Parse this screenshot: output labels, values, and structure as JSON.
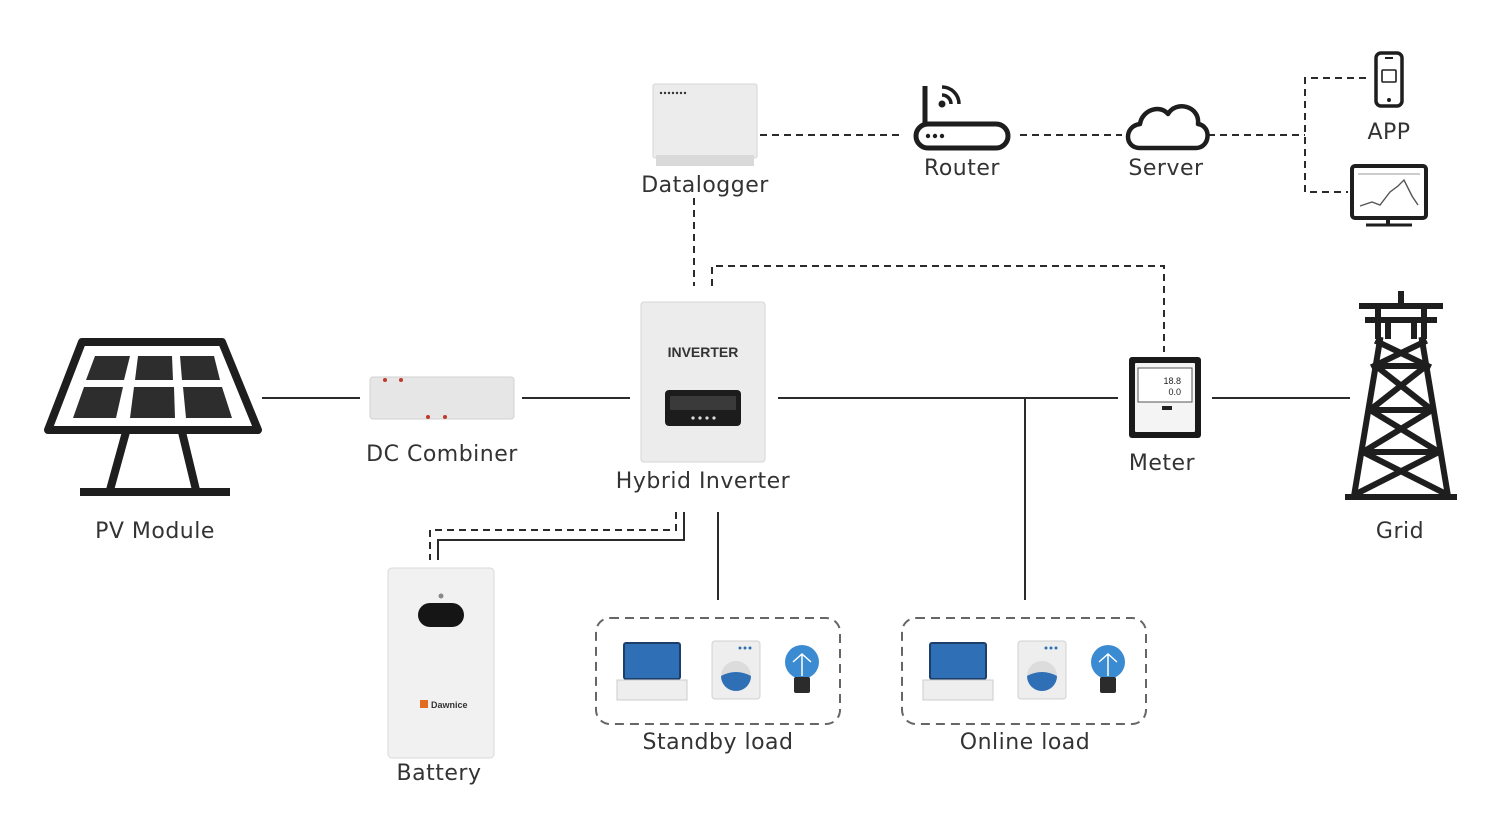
{
  "labels": {
    "pv_module": "PV Module",
    "dc_combiner": "DC Combiner",
    "hybrid_inverter": "Hybrid  Inverter",
    "datalogger": "Datalogger",
    "router": "Router",
    "server": "Server",
    "app": "APP",
    "meter": "Meter",
    "grid": "Grid",
    "battery": "Battery",
    "standby_load": "Standby load",
    "online_load": "Online load"
  },
  "device_text": {
    "inverter_brand": "INVERTER",
    "battery_brand": "Dawnice",
    "meter_reading_1": "18.8",
    "meter_reading_2": "0.0"
  },
  "colors": {
    "line": "#2b2b2b",
    "device_body": "#e9e9e9",
    "panel_dark": "#333333",
    "bulb_blue": "#3a8bd1",
    "laptop_screen": "#2f6fb6",
    "label_text": "#333333"
  },
  "icons": {
    "pv_module": "solar-panel-icon",
    "router": "router-icon",
    "server": "cloud-icon",
    "app_phone": "smartphone-icon",
    "app_monitor": "monitor-icon",
    "grid": "power-tower-icon",
    "loads": [
      "laptop-icon",
      "washing-machine-icon",
      "light-bulb-icon"
    ]
  }
}
